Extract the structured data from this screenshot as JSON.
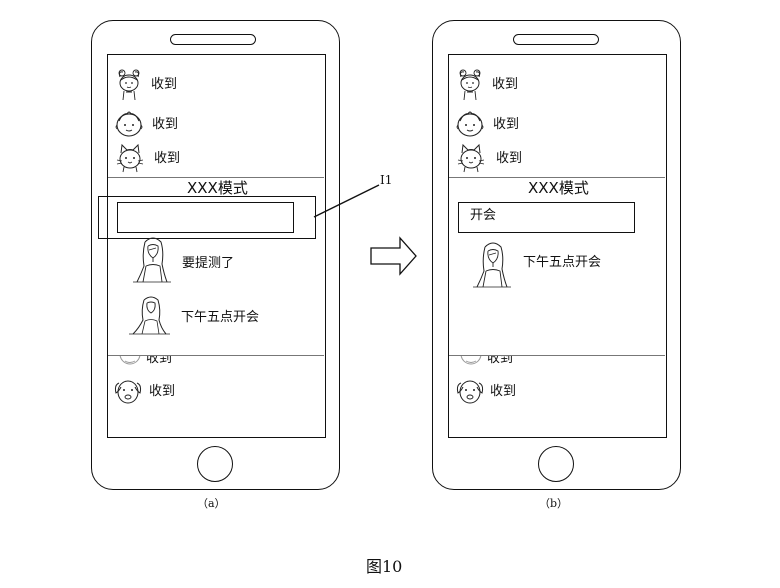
{
  "panel_a": {
    "caption": "（a）",
    "top_messages": [
      "收到",
      "收到",
      "收到"
    ],
    "mode_title": "XXX模式",
    "input_value": "",
    "messages": [
      "要提测了",
      "下午五点开会"
    ],
    "bottom_messages": [
      "收到",
      "收到"
    ],
    "callout_label": "I1"
  },
  "panel_b": {
    "caption": "（b）",
    "top_messages": [
      "收到",
      "收到",
      "收到"
    ],
    "mode_title": "XXX模式",
    "input_value": "开会",
    "messages": [
      "下午五点开会"
    ],
    "bottom_messages": [
      "收到",
      "收到"
    ]
  },
  "figure_label": "图10",
  "icons": [
    "girl-avatar-icon",
    "boy-avatar-icon",
    "cat-avatar-icon",
    "long-hair-woman-icon",
    "dog-avatar-icon",
    "right-arrow-icon"
  ]
}
